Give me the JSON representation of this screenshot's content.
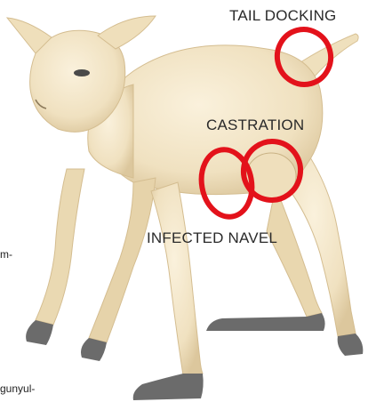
{
  "labels": {
    "tail_docking": "TAIL DOCKING",
    "castration": "CASTRATION",
    "infected_navel": "INFECTED NAVEL"
  },
  "text_fragments": {
    "left_mid": "m-",
    "bottom_left": "gunyul-"
  },
  "colors": {
    "marker": "#e3121b",
    "lamb_fleece": "#f3e6c8",
    "lamb_shadow": "#dcc79d",
    "hoof": "#6b6b6b",
    "label_text": "#2a2a2a"
  }
}
